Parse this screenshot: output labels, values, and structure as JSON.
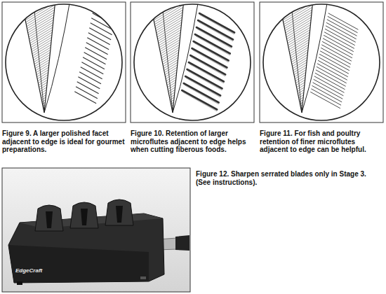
{
  "diagram": {
    "labels": [
      "Figure 9. A larger polished facet adjacent to edge is ideal for gourmet preparations.",
      "Figure 10. Retention of larger microflutes adjacent to edge helps when cutting fiberous foods.",
      "Figure 11. For fish and poultry retention of finer microflutes adjacent to edge can be helpful.",
      "Figure 12. Sharpen serrated blades only in Stage 3. (See instructions).",
      "EdgeCraft"
    ]
  }
}
